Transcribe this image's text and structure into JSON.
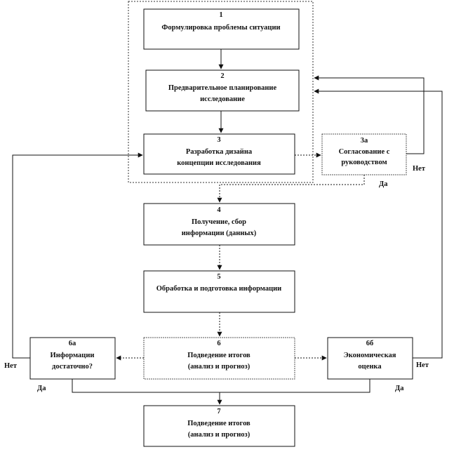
{
  "boxes": {
    "b1": {
      "num": "1",
      "lines": [
        "Формулировка проблемы ситуации"
      ]
    },
    "b2": {
      "num": "2",
      "lines": [
        "Предварительное  планирование",
        "исследование"
      ]
    },
    "b3": {
      "num": "3",
      "lines": [
        "Разработка дизайна",
        "концепции исследования"
      ]
    },
    "b3a": {
      "num": "3а",
      "lines": [
        "Согласование  с",
        "руководством"
      ]
    },
    "b4": {
      "num": "4",
      "lines": [
        "Получение, сбор",
        "информации (данных)"
      ]
    },
    "b5": {
      "num": "5",
      "lines": [
        "Обработка и подготовка информации"
      ]
    },
    "b6": {
      "num": "6",
      "lines": [
        "Подведение  итогов",
        "(анализ и прогноз)"
      ]
    },
    "b6a": {
      "num": "6а",
      "lines": [
        "Информации",
        "достаточно?"
      ]
    },
    "b6b": {
      "num": "6б",
      "lines": [
        "Экономическая",
        "оценка"
      ]
    },
    "b7": {
      "num": "7",
      "lines": [
        "Подведение  итогов",
        "(анализ и прогноз)"
      ]
    }
  },
  "labels": {
    "no_3a": "Нет",
    "yes_3a": "Да",
    "no_6a": "Нет",
    "yes_6a": "Да",
    "no_6b": "Нет",
    "yes_6b": "Да"
  }
}
